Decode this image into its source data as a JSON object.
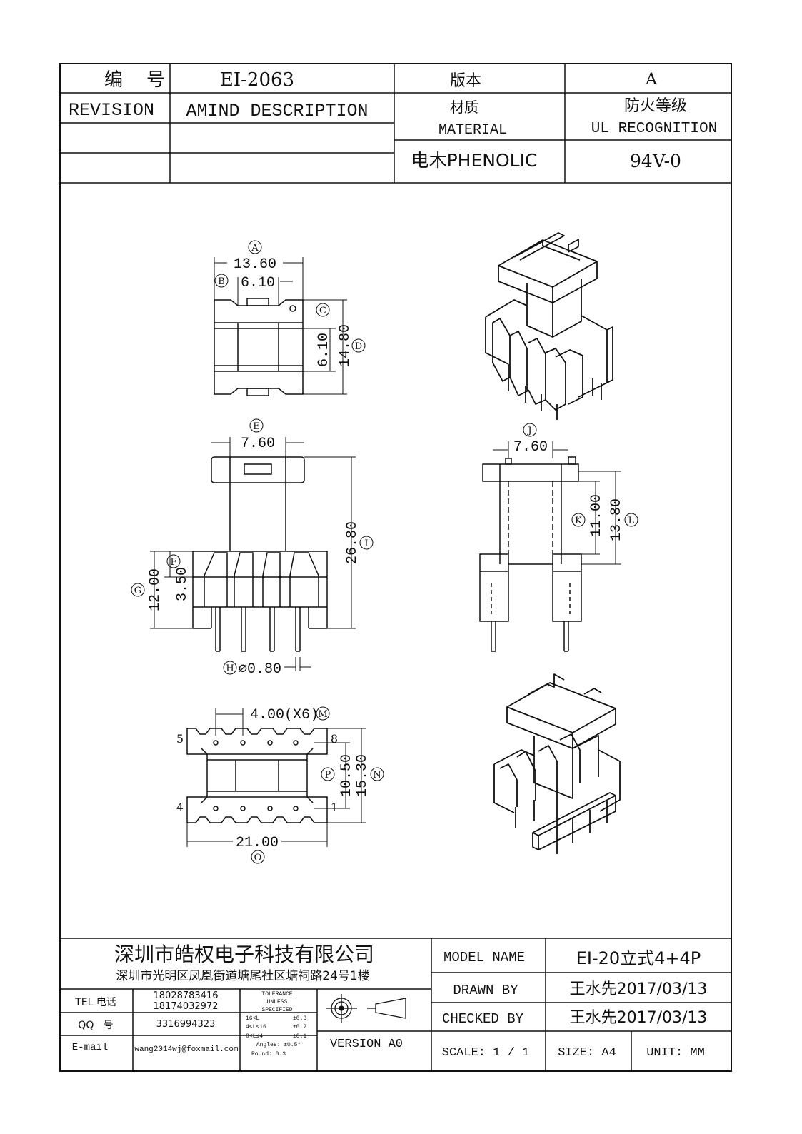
{
  "title_block": {
    "serial_label": "编    号",
    "serial_value": "EI-2063",
    "version_label": "版本",
    "version_value": "A",
    "revision_label": "REVISION",
    "amend_label": "AMIND DESCRIPTION",
    "material_label_cn": "材质",
    "material_label_en": "MATERIAL",
    "ul_label_cn": "防火等级",
    "ul_label_en": "UL RECOGNITION",
    "material_value": "电木PHENOLIC",
    "ul_value": "94V-0"
  },
  "dimensions": {
    "A": {
      "letter": "A",
      "value": "13.60"
    },
    "B": {
      "letter": "B",
      "value": "6.10"
    },
    "C": {
      "letter": "C",
      "value": "6.10"
    },
    "D": {
      "letter": "D",
      "value": "14.80"
    },
    "E": {
      "letter": "E",
      "value": "7.60"
    },
    "F": {
      "letter": "F",
      "value": "3.50"
    },
    "G": {
      "letter": "G",
      "value": "12.00"
    },
    "H": {
      "letter": "H",
      "value": "⌀0.80"
    },
    "I": {
      "letter": "I",
      "value": "26.80"
    },
    "J": {
      "letter": "J",
      "value": "7.60"
    },
    "K": {
      "letter": "K",
      "value": "11.00"
    },
    "L": {
      "letter": "L",
      "value": "13.80"
    },
    "M": {
      "letter": "M",
      "value": "4.00(X6)"
    },
    "N": {
      "letter": "N",
      "value": "15.30"
    },
    "O": {
      "letter": "O",
      "value": "21.00"
    },
    "P": {
      "letter": "P",
      "value": "10.50"
    }
  },
  "pins": {
    "p5": "5",
    "p8": "8",
    "p4": "4",
    "p1": "1"
  },
  "footer": {
    "company_name": "深圳市皓权电子科技有限公司",
    "company_address": "深圳市光明区凤凰街道塘尾社区塘祠路24号1楼",
    "tel_label": "TEL 电话",
    "tel_1": "18028783416",
    "tel_2": "18174032972",
    "qq_label": "QQ   号",
    "qq_value": "3316994323",
    "email_label": "E-mail",
    "email_value": "wang2014wj@foxmail.com",
    "tolerance": {
      "heading_1": "TOLERANCE",
      "heading_2": "UNLESS",
      "heading_3": "SPECIFIED",
      "r1_range": "16<L",
      "r1_tol": "±0.3",
      "r2_range": "4<L≤16",
      "r2_tol": "±0.2",
      "r3_range": "0<L≤4",
      "r3_tol": "±0.1",
      "angles": "Angles: ±0.5°",
      "round": "Round: 0.3"
    },
    "version_label": "VERSION A0",
    "model_label": "MODEL NAME",
    "model_value": "EI-20立式4+4P",
    "drawn_label": "DRAWN BY",
    "drawn_value": "王水先2017/03/13",
    "checked_label": "CHECKED BY",
    "checked_value": "王水先2017/03/13",
    "scale_label": "SCALE: 1 / 1",
    "size_label": "SIZE: A4",
    "unit_label": "UNIT: MM"
  }
}
